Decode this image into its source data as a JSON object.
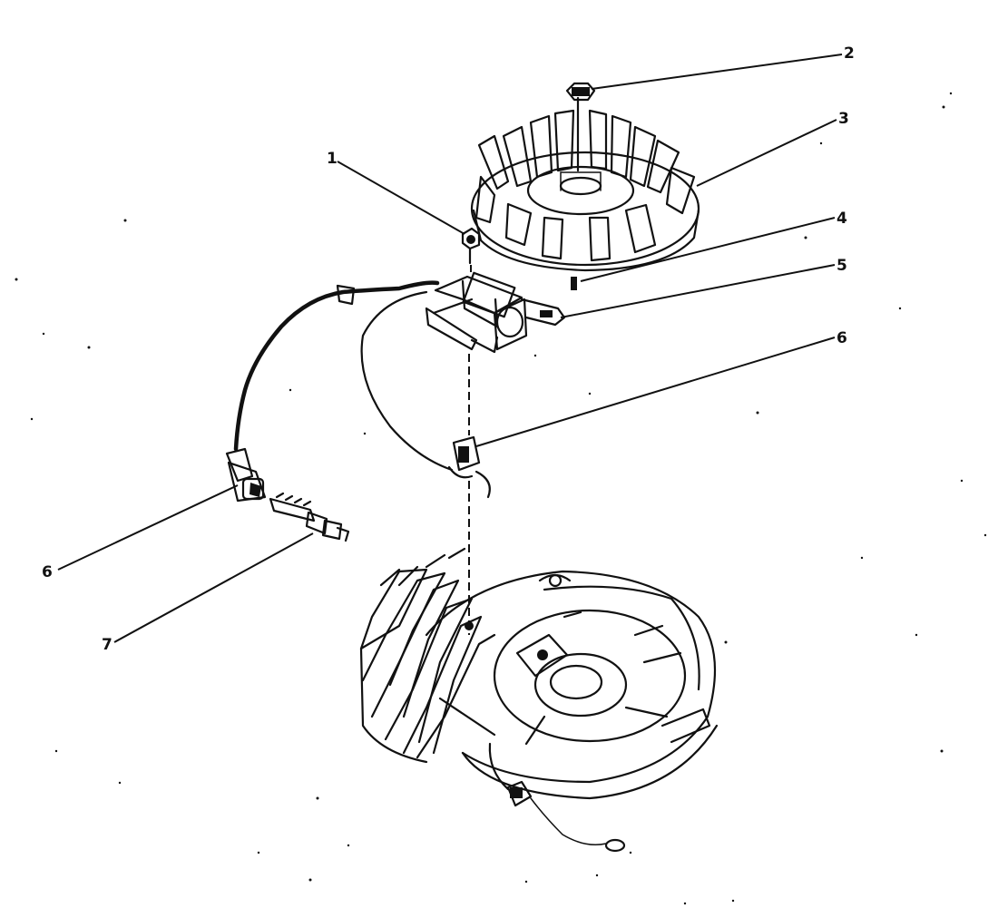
{
  "callouts": [
    {
      "id": "1",
      "label": "1"
    },
    {
      "id": "2",
      "label": "2"
    },
    {
      "id": "3",
      "label": "3"
    },
    {
      "id": "4",
      "label": "4"
    },
    {
      "id": "5",
      "label": "5"
    },
    {
      "id": "6a",
      "label": "6"
    },
    {
      "id": "6b",
      "label": "6"
    },
    {
      "id": "7",
      "label": "7"
    }
  ],
  "colors": {
    "ink": "#111111",
    "background": "#ffffff"
  }
}
